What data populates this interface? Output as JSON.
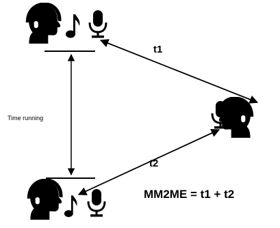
{
  "diagram": {
    "time_label": "Time running",
    "t1_label": "t1",
    "t2_label": "t2",
    "formula": "MM2ME = t1 + t2"
  },
  "icons": {
    "person": "head-with-headphones-icon",
    "music": "music-note-icon",
    "mic": "microphone-icon"
  },
  "colors": {
    "ink": "#000000",
    "background": "#ffffff"
  }
}
